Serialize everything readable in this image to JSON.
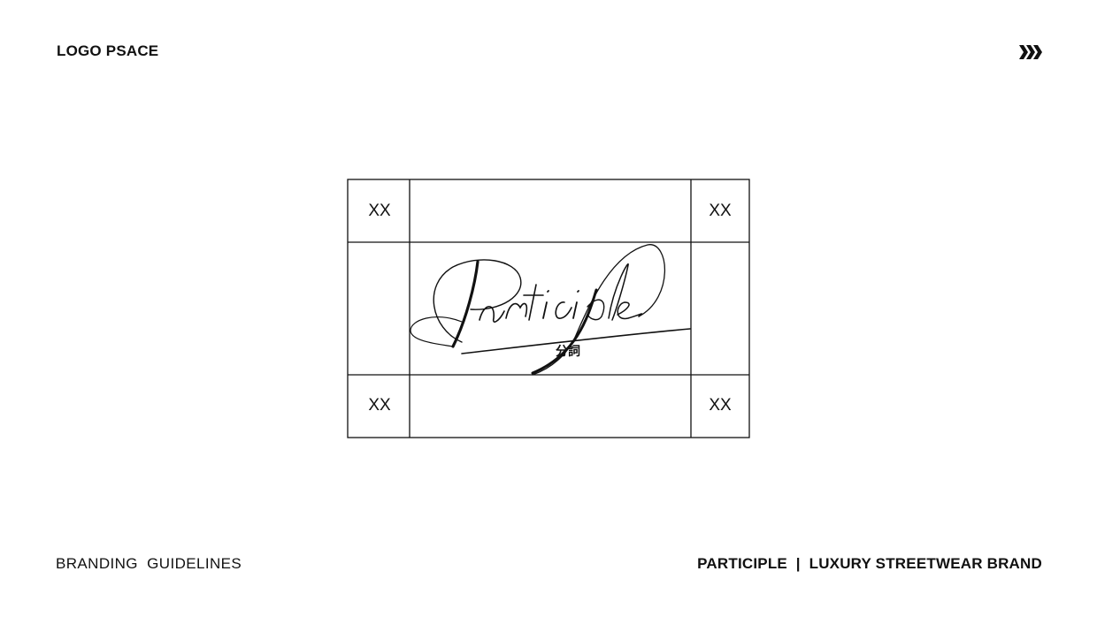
{
  "header": {
    "title": "LOGO PSACE",
    "brand_mark_icon": "triple-chevron-icon"
  },
  "clearspace": {
    "corner_labels": {
      "top_left": "XX",
      "top_right": "XX",
      "bottom_left": "XX",
      "bottom_right": "XX"
    },
    "logo": {
      "wordmark": "Participle",
      "subtext": "分詞"
    }
  },
  "footer": {
    "left": "BRANDING  GUIDELINES",
    "right": "PARTICIPLE  |  LUXURY STREETWEAR BRAND"
  },
  "colors": {
    "background": "#ffffff",
    "ink": "#111111"
  }
}
